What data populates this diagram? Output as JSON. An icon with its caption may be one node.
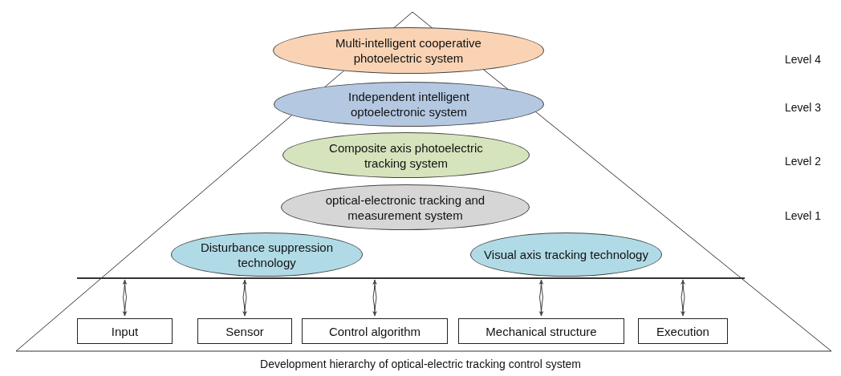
{
  "diagram": {
    "caption": "Development hierarchy of optical-electric tracking control system",
    "nodes": [
      {
        "text": [
          "Multi-intelligent cooperative photoelectric system"
        ]
      },
      {
        "text": [
          "Independent intelligent optoelectronic system"
        ]
      },
      {
        "text": [
          "Composite axis photoelectric tracking system"
        ]
      },
      {
        "text": [
          "optical-electronic tracking and measurement system"
        ]
      },
      {
        "text": [
          "Disturbance suppression technology"
        ]
      },
      {
        "text": [
          "Visual axis tracking technology"
        ]
      },
      {
        "text": [],
        "shape": "bar"
      },
      {
        "text": [
          "Input"
        ]
      },
      {
        "text": [
          "Sensor"
        ]
      },
      {
        "text": [
          "Control algorithm"
        ]
      },
      {
        "text": [
          "Mechanical structure"
        ]
      },
      {
        "text": [
          "Execution"
        ]
      }
    ],
    "edges": [
      {
        "from": 6,
        "to": 7,
        "arrow": "both"
      },
      {
        "from": 6,
        "to": 8,
        "arrow": "both"
      },
      {
        "from": 6,
        "to": 9,
        "arrow": "both"
      },
      {
        "from": 6,
        "to": 10,
        "arrow": "both"
      },
      {
        "from": 6,
        "to": 11,
        "arrow": "both"
      }
    ],
    "labels": [
      "Level 4",
      "Level 3",
      "Level 2",
      "Level 1"
    ]
  }
}
